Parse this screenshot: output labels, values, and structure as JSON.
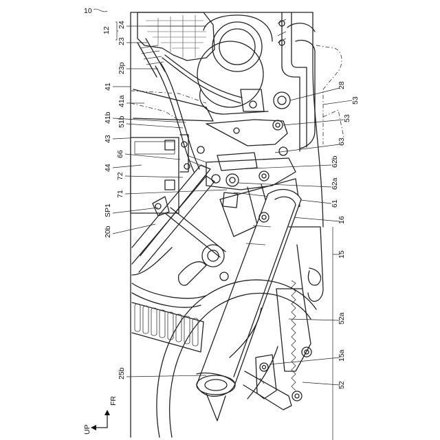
{
  "figure": {
    "ref_number": "10",
    "directions": {
      "up": "UP",
      "front": "FR"
    },
    "labels": {
      "l12": "12",
      "l24": "24",
      "l23": "23",
      "l23p": "23p",
      "l41": "41",
      "l41a": "41a",
      "l41b": "41b",
      "l51b": "51b",
      "l43": "43",
      "l66": "66",
      "l44": "44",
      "l72": "72",
      "l71": "71",
      "lSP1": "SP1",
      "l20b": "20b",
      "l28": "28",
      "l53a": "53",
      "l53b": "53",
      "l63": "63",
      "l62b": "62b",
      "l62a": "62a",
      "l61": "61",
      "l16": "16",
      "l15": "15",
      "l52a": "52a",
      "l15a": "15a",
      "l52": "52",
      "l25b": "25b"
    }
  }
}
